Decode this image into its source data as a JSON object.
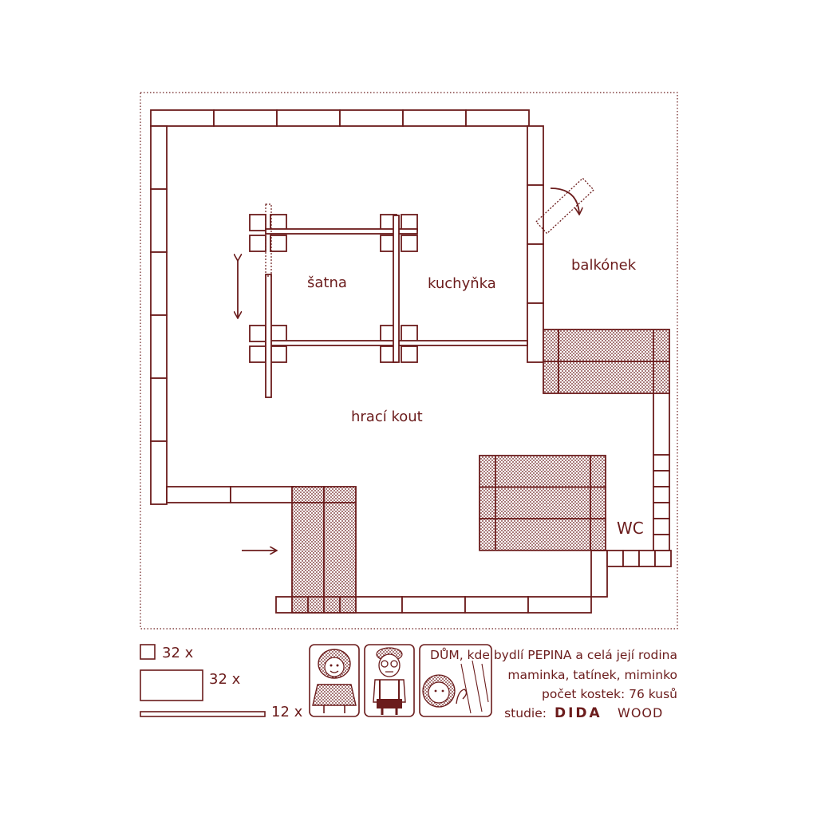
{
  "colors": {
    "ink": "#6b1c1c",
    "background": "#ffffff"
  },
  "rooms": {
    "satna": "šatna",
    "kuchynka": "kuchyňka",
    "balkonek": "balkónek",
    "hraci_kout": "hrací kout",
    "wc": "WC"
  },
  "legend": {
    "small_count": "32 x",
    "medium_count": "32 x",
    "long_count": "12 x"
  },
  "info": {
    "line1": "DŮM, kde bydlí PEPINA a celá její rodina",
    "line2": "maminka, tatínek, miminko",
    "line3": "počet kostek: 76 kusů",
    "line4_prefix": "studie:",
    "brand_bold": "DIDA",
    "brand_light": "WOOD"
  },
  "cards": [
    "girl-card",
    "father-card",
    "baby-card"
  ]
}
